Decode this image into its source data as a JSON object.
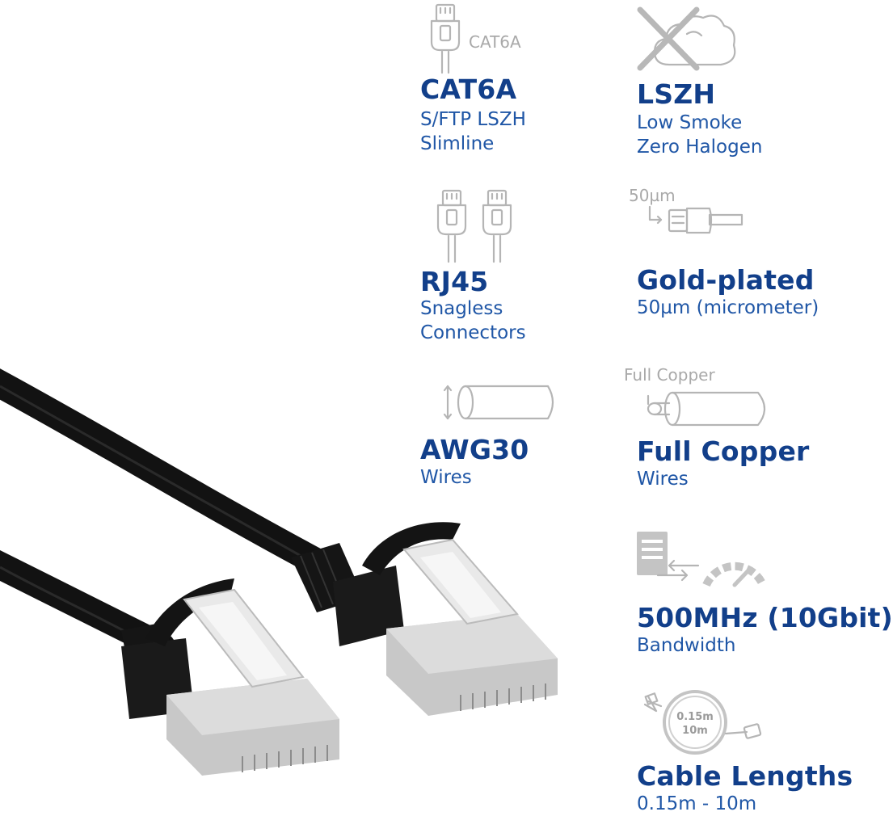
{
  "colors": {
    "title": "#123f8a",
    "subtitle": "#1f56a6",
    "icon": "#b5b5b5",
    "cable": "#111111",
    "plug_metal": "#c9c9c9"
  },
  "features": [
    {
      "icon": "rj45-plug-icon",
      "icon_label": "CAT6A",
      "title": "CAT6A",
      "lines": [
        "S/FTP LSZH",
        "Slimline"
      ]
    },
    {
      "icon": "no-smoke-icon",
      "title": "LSZH",
      "lines": [
        "Low Smoke",
        "Zero Halogen"
      ]
    },
    {
      "icon": "double-plug-icon",
      "title": "RJ45",
      "lines": [
        "Snagless",
        "Connectors"
      ]
    },
    {
      "icon": "gold-contact-icon",
      "icon_label": "50µm",
      "title": "Gold-plated",
      "lines": [
        "50µm (micrometer)"
      ]
    },
    {
      "icon": "wire-gauge-icon",
      "title": "AWG30",
      "lines": [
        "Wires"
      ]
    },
    {
      "icon": "copper-wire-icon",
      "icon_label": "Full Copper",
      "title": "Full Copper",
      "lines": [
        "Wires"
      ]
    },
    {
      "icon": "speed-gauge-icon",
      "title": "500MHz (10Gbit)",
      "lines": [
        "Bandwidth"
      ]
    },
    {
      "icon": "cable-coil-icon",
      "icon_label_lines": [
        "0.15m",
        "10m"
      ],
      "title": "Cable Lengths",
      "lines": [
        "0.15m - 10m"
      ]
    }
  ]
}
